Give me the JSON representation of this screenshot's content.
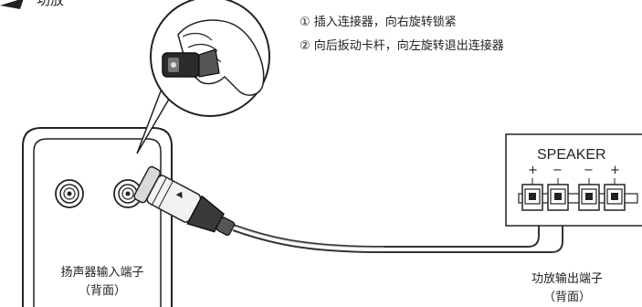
{
  "heading": "功放",
  "instructions": [
    "① 插入连接器，向右旋转锁紧",
    "② 向后扳动卡杆，向左旋转退出连接器"
  ],
  "speaker_box": {
    "title": "SPEAKER",
    "polarity": [
      "+",
      "−",
      "−",
      "+"
    ]
  },
  "captions": {
    "left_line1": "扬声器输入端子",
    "left_line2": "（背面）",
    "right_line1": "功放输出端子",
    "right_line2": "（背面）"
  }
}
